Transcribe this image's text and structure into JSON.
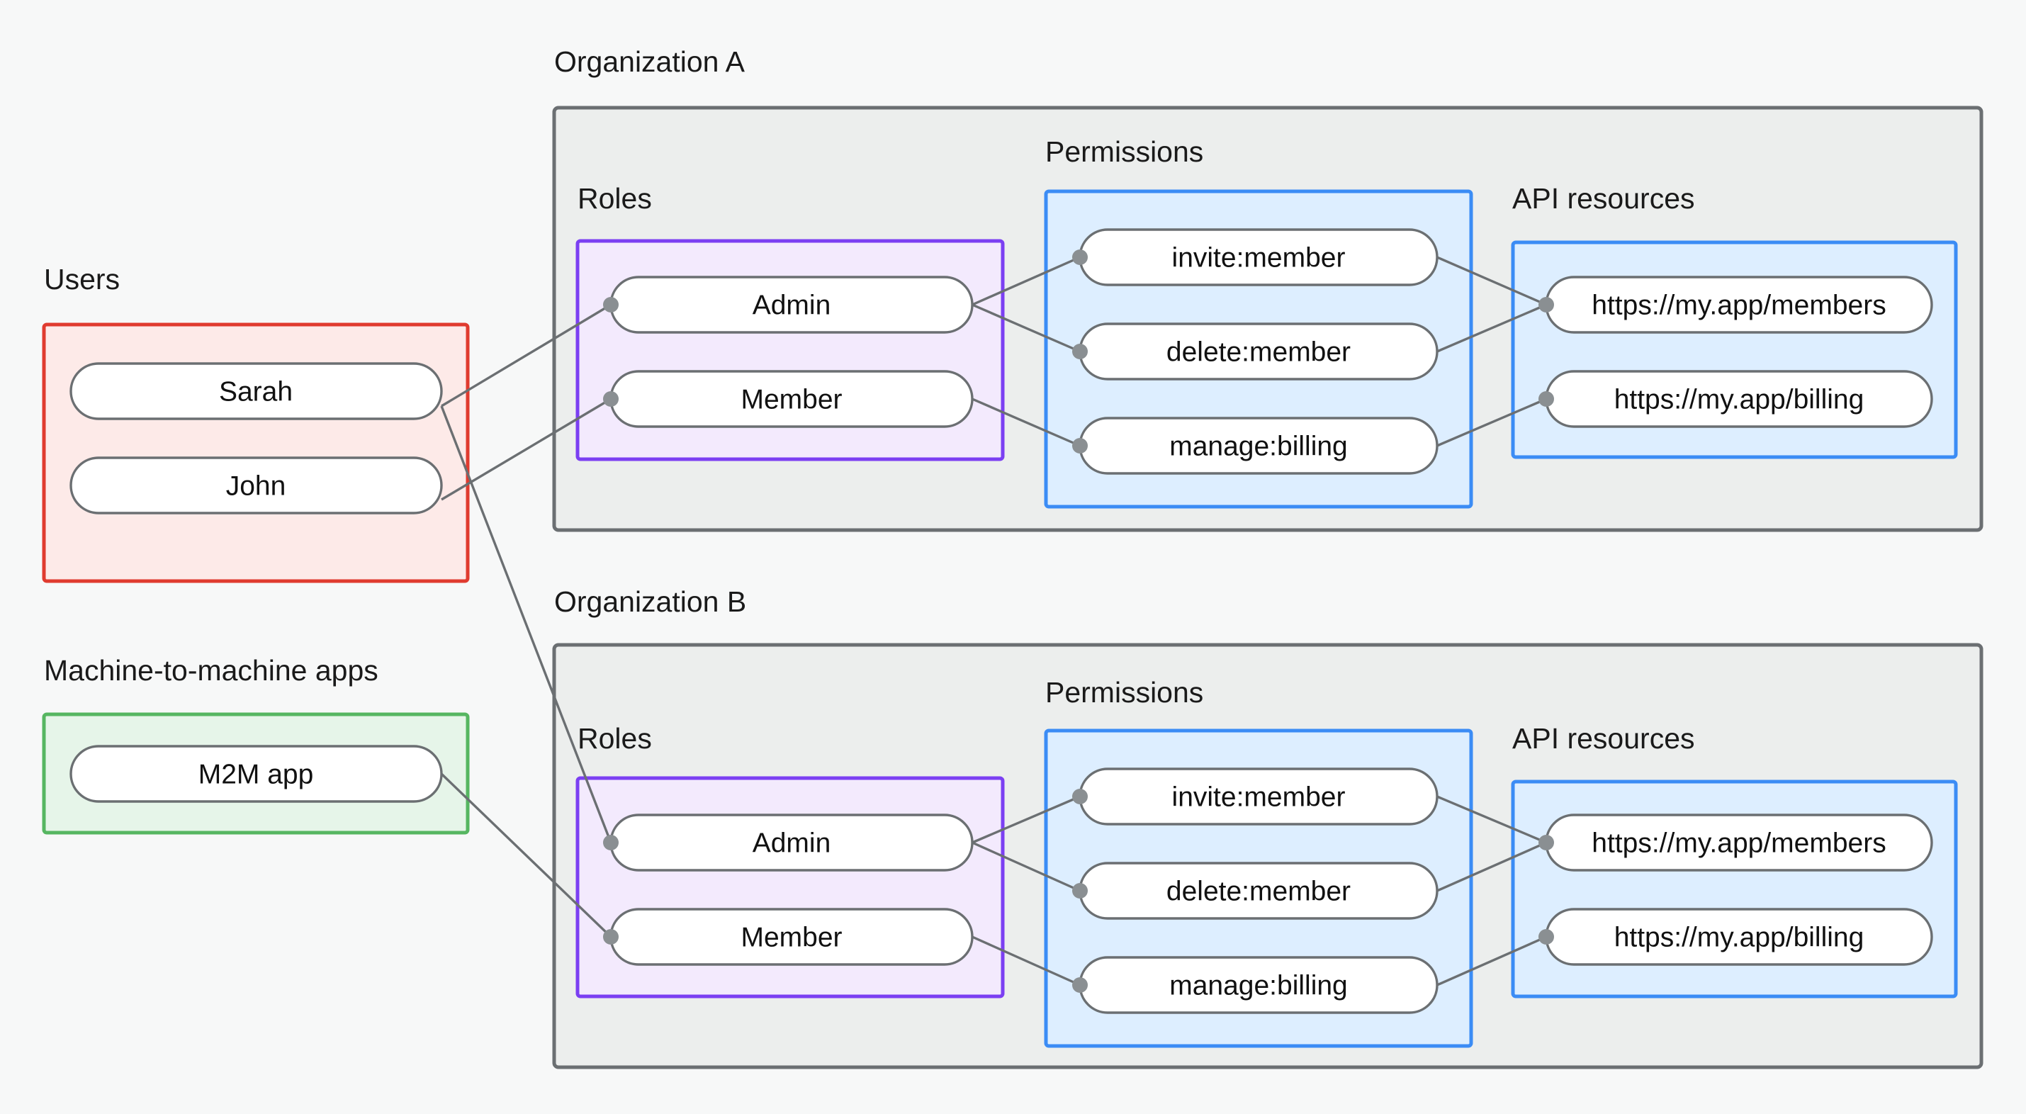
{
  "colors": {
    "page_background": "#f7f8f8",
    "org_container_fill": "#eceeed",
    "org_container_stroke": "#6b6f72",
    "users_fill": "#fdeae8",
    "users_stroke": "#e03b2f",
    "m2m_fill": "#e6f5e9",
    "m2m_stroke": "#56b661",
    "roles_fill": "#f3eafd",
    "roles_stroke": "#7b3ff2",
    "permissions_fill": "#ddeeff",
    "permissions_stroke": "#3b8cf5",
    "api_fill": "#ddeeff",
    "api_stroke": "#3b8cf5",
    "node_fill": "#ffffff",
    "node_stroke": "#6b6f72",
    "edge_stroke": "#6b6f72",
    "edge_dot": "#8a8f92",
    "text": "#1a1a1a"
  },
  "labels": {
    "users": "Users",
    "machine_apps": "Machine-to-machine apps",
    "organization_a": "Organization A",
    "organization_b": "Organization B",
    "roles_a": "Roles",
    "permissions_a": "Permissions",
    "api_resources_a": "API resources",
    "roles_b": "Roles",
    "permissions_b": "Permissions",
    "api_resources_b": "API resources"
  },
  "users": {
    "title": "Users",
    "items": [
      {
        "id": "sarah",
        "label": "Sarah"
      },
      {
        "id": "john",
        "label": "John"
      }
    ]
  },
  "machine_apps": {
    "title": "Machine-to-machine apps",
    "items": [
      {
        "id": "m2m",
        "label": "M2M app"
      }
    ]
  },
  "organizations": [
    {
      "id": "org-a",
      "title": "Organization A",
      "roles": {
        "title": "Roles",
        "items": [
          {
            "id": "a-admin",
            "label": "Admin"
          },
          {
            "id": "a-member",
            "label": "Member"
          }
        ]
      },
      "permissions": {
        "title": "Permissions",
        "items": [
          {
            "id": "a-invite",
            "label": "invite:member"
          },
          {
            "id": "a-delete",
            "label": "delete:member"
          },
          {
            "id": "a-billing",
            "label": "manage:billing"
          }
        ]
      },
      "api_resources": {
        "title": "API resources",
        "items": [
          {
            "id": "a-res-members",
            "label": "https://my.app/members"
          },
          {
            "id": "a-res-billing",
            "label": "https://my.app/billing"
          }
        ]
      }
    },
    {
      "id": "org-b",
      "title": "Organization B",
      "roles": {
        "title": "Roles",
        "items": [
          {
            "id": "b-admin",
            "label": "Admin"
          },
          {
            "id": "b-member",
            "label": "Member"
          }
        ]
      },
      "permissions": {
        "title": "Permissions",
        "items": [
          {
            "id": "b-invite",
            "label": "invite:member"
          },
          {
            "id": "b-delete",
            "label": "delete:member"
          },
          {
            "id": "b-billing",
            "label": "manage:billing"
          }
        ]
      },
      "api_resources": {
        "title": "API resources",
        "items": [
          {
            "id": "b-res-members",
            "label": "https://my.app/members"
          },
          {
            "id": "b-res-billing",
            "label": "https://my.app/billing"
          }
        ]
      }
    }
  ],
  "connections": [
    {
      "from": "sarah",
      "to": "a-admin"
    },
    {
      "from": "sarah",
      "to": "b-admin"
    },
    {
      "from": "john",
      "to": "a-member"
    },
    {
      "from": "m2m",
      "to": "b-member"
    },
    {
      "from": "a-admin",
      "to": "a-invite"
    },
    {
      "from": "a-admin",
      "to": "a-delete"
    },
    {
      "from": "a-member",
      "to": "a-billing"
    },
    {
      "from": "a-invite",
      "to": "a-res-members"
    },
    {
      "from": "a-delete",
      "to": "a-res-members"
    },
    {
      "from": "a-billing",
      "to": "a-res-billing"
    },
    {
      "from": "b-admin",
      "to": "b-invite"
    },
    {
      "from": "b-admin",
      "to": "b-delete"
    },
    {
      "from": "b-member",
      "to": "b-billing"
    },
    {
      "from": "b-invite",
      "to": "b-res-members"
    },
    {
      "from": "b-delete",
      "to": "b-res-members"
    },
    {
      "from": "b-billing",
      "to": "b-res-billing"
    }
  ]
}
